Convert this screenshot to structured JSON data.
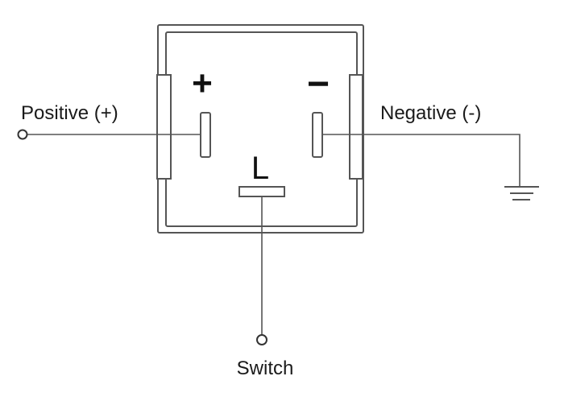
{
  "labels": {
    "positive": "Positive (+)",
    "negative": "Negative (-)",
    "switch": "Switch"
  },
  "terminals": {
    "plus_symbol": "+",
    "minus_symbol": "−",
    "load_symbol": "L"
  },
  "colors": {
    "line": "#555555",
    "text": "#1a1a1a"
  }
}
